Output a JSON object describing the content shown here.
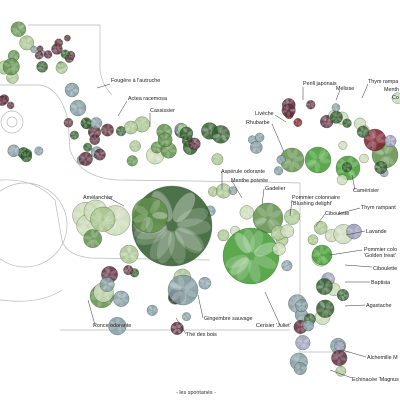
{
  "caption": "- les spontanés -",
  "labels": {
    "fougere": "Fougère à l'autruche",
    "actea": "Actea racemosa",
    "cassissier": "Cassissier",
    "perill": "Perill japonais",
    "melisse": "Mélisse",
    "thym_rampant_1": "Thym rampa",
    "menthe_1": "Menth",
    "co": "Co",
    "liveche": "Livèche",
    "rhubarbe": "Rhubarbe",
    "camerisier": "Camérisier",
    "asperule": "Aspérule odorante",
    "menthe_poivree": "Menthe poivrée",
    "gadelier": "Gadelier",
    "pommier_bd": "Pommier colonnaire\n'Blushing delight'",
    "ciboulette_1": "Ciboulette",
    "thym_rampant_2": "Thym rampant",
    "lavande": "Lavande",
    "pommier_gt": "Pommier colo\n'Golden treat'",
    "amelanchier": "Amélanchier",
    "ciboulette_2": "Ciboulette",
    "baptisia": "Baptisia",
    "agastache": "Agastache",
    "gingembre": "Gingembre sauvage",
    "cerisier": "Cerisier 'Juliet'",
    "ronce": "Ronce odorante",
    "the_bois": "Thé des bois",
    "alchemille": "Alchemille M",
    "echinacee": "Echinacée 'Magnus"
  },
  "colors": {
    "dark_green": "#2f5a2a",
    "mid_green": "#5f8f4a",
    "light_green": "#a7c48c",
    "pale_green": "#c9d9b4",
    "grey_blue": "#7f9aa0",
    "burgundy": "#5b2a3a",
    "deep_red": "#7a1f2c",
    "bright_green": "#3f9a2e",
    "lavender": "#9a9ab8",
    "outline": "#b9b9b9"
  },
  "icons": [
    "plant-symbol",
    "shrub-symbol",
    "tree-symbol",
    "path-outline"
  ]
}
